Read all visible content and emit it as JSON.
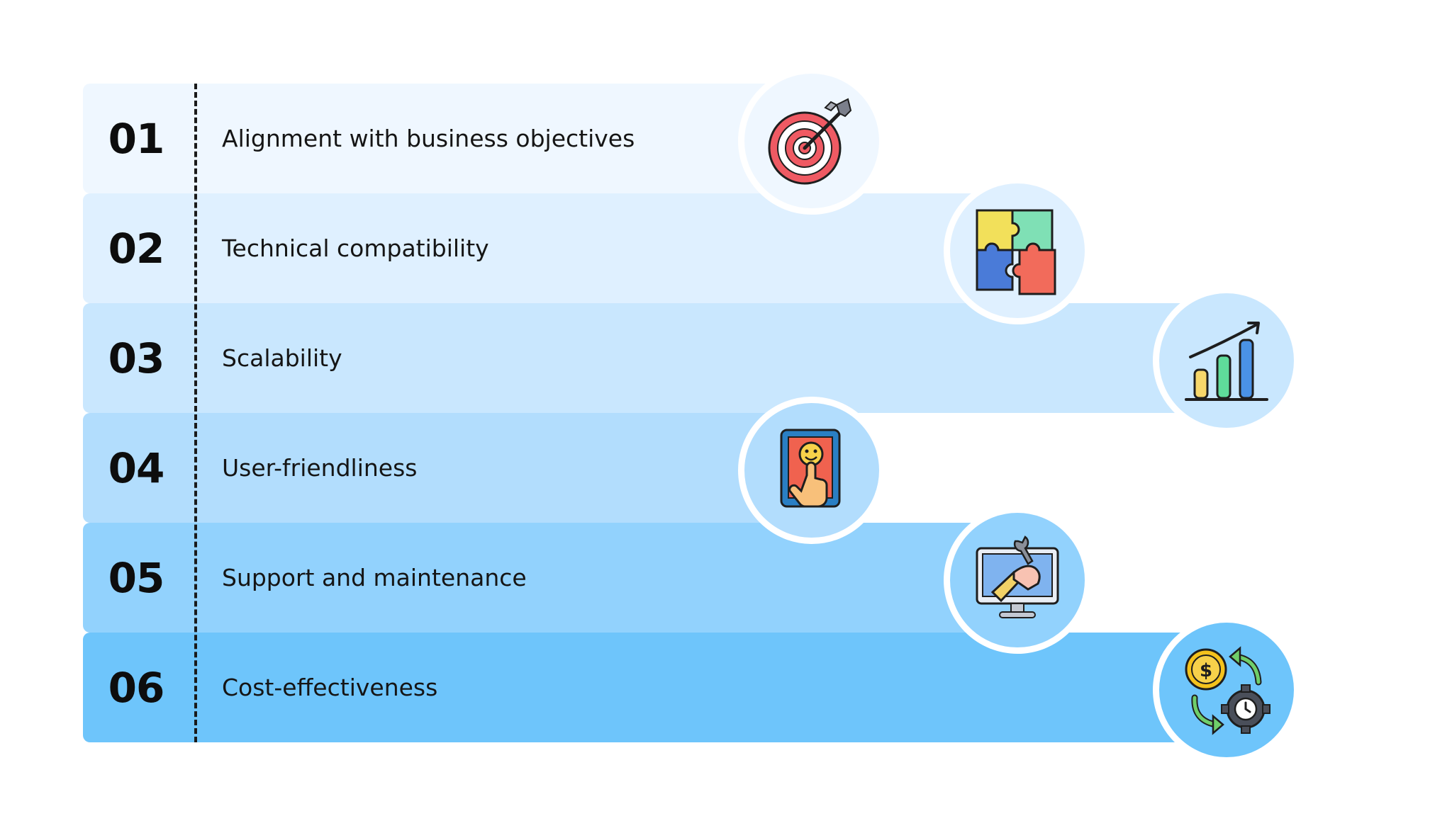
{
  "items": [
    {
      "number": "01",
      "label": "Alignment with business objectives",
      "icon": "target-icon",
      "color": "#eff7ff"
    },
    {
      "number": "02",
      "label": "Technical compatibility",
      "icon": "puzzle-icon",
      "color": "#dff0ff"
    },
    {
      "number": "03",
      "label": "Scalability",
      "icon": "bar-chart-growth-icon",
      "color": "#c9e7fe"
    },
    {
      "number": "04",
      "label": "User-friendliness",
      "icon": "touchscreen-smiley-icon",
      "color": "#b2ddfd"
    },
    {
      "number": "05",
      "label": "Support and maintenance",
      "icon": "monitor-wrench-icon",
      "color": "#92d2fd"
    },
    {
      "number": "06",
      "label": "Cost-effectiveness",
      "icon": "cost-cycle-icon",
      "color": "#6ec5fb"
    }
  ]
}
